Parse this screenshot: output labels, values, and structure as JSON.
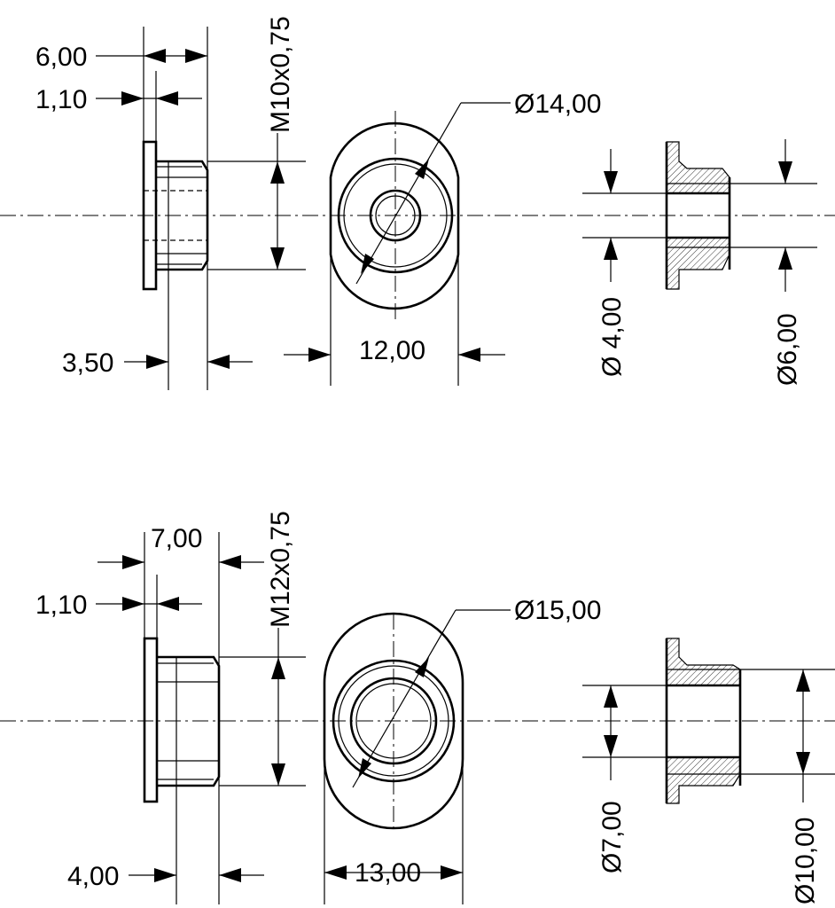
{
  "top": {
    "dims": {
      "len_total": "6,00",
      "flange": "1,10",
      "thread": "M10x0,75",
      "outer_dia": "Ø14,00",
      "width": "12,00",
      "groove": "3,50",
      "bore": "Ø 4,00",
      "step": "Ø6,00"
    }
  },
  "bottom": {
    "dims": {
      "len_total": "7,00",
      "flange": "1,10",
      "thread": "M12x0,75",
      "outer_dia": "Ø15,00",
      "width": "13,00",
      "groove": "4,00",
      "bore": "Ø7,00",
      "step": "Ø10,00"
    }
  }
}
